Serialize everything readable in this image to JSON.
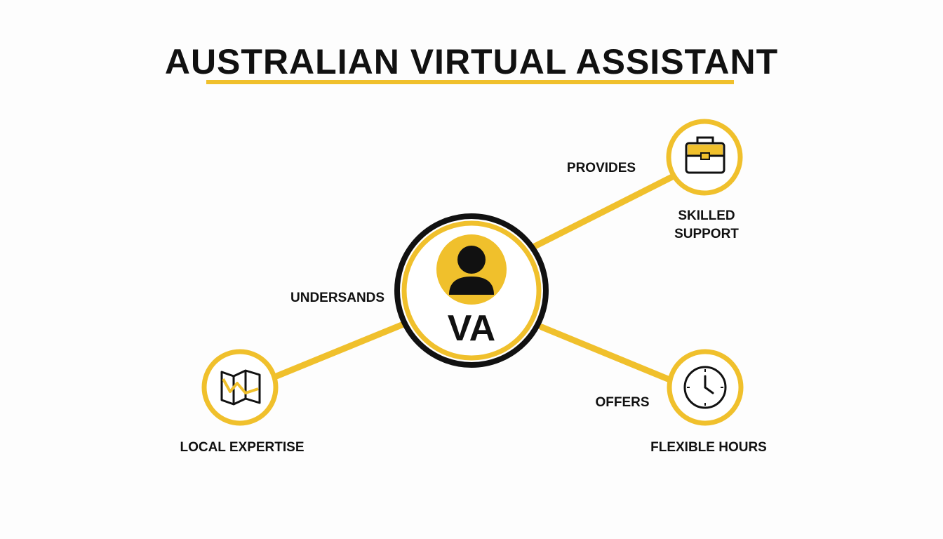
{
  "title": "AUSTRALIAN VIRTUAL ASSISTANT",
  "center": {
    "label": "VA",
    "icon": "person-icon"
  },
  "nodes": [
    {
      "id": "skilled-support",
      "label_lines": [
        "SKILLED",
        "SUPPORT"
      ],
      "edge_label": "PROVIDES",
      "icon": "briefcase-icon"
    },
    {
      "id": "local-expertise",
      "label_lines": [
        "LOCAL EXPERTISE"
      ],
      "edge_label": "UNDERSANDS",
      "icon": "map-icon"
    },
    {
      "id": "flexible-hours",
      "label_lines": [
        "FLEXIBLE HOURS"
      ],
      "edge_label": "OFFERS",
      "icon": "clock-icon"
    }
  ],
  "colors": {
    "accent": "#f0c02c",
    "ink": "#111111",
    "background": "#fdfdfd"
  }
}
